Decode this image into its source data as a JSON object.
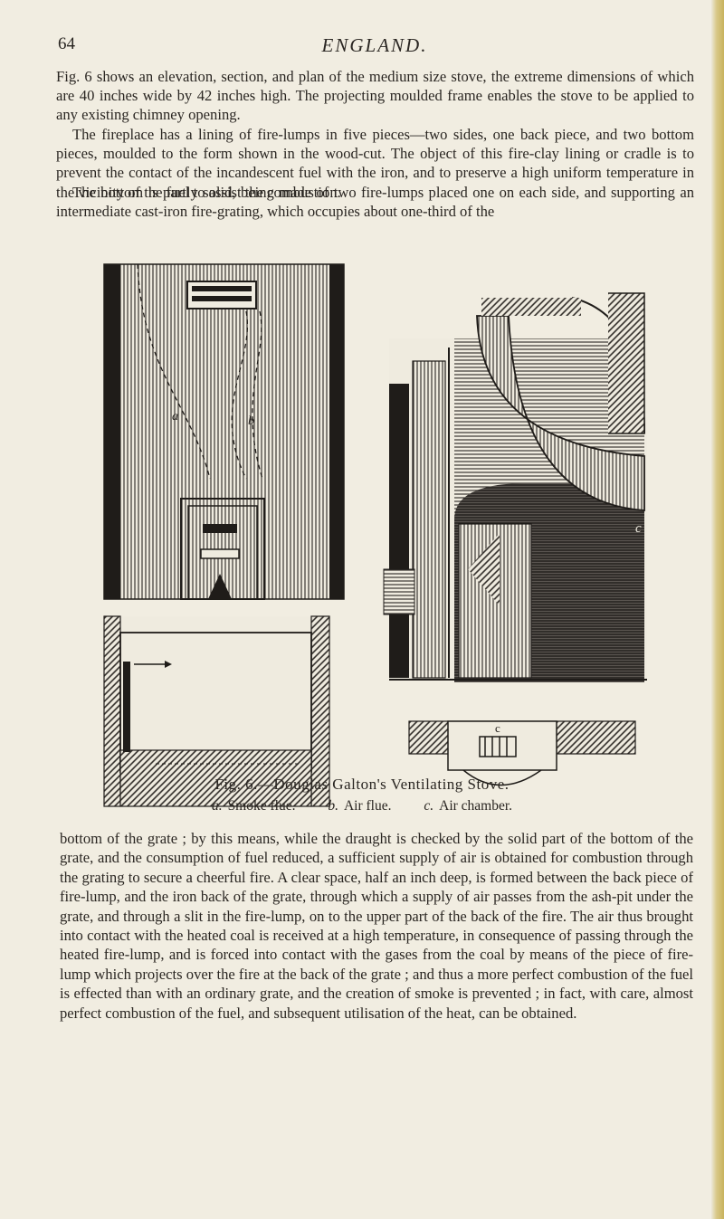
{
  "header": {
    "page_number": "64",
    "running_head": "ENGLAND."
  },
  "paragraphs": [
    "Fig. 6 shows an elevation, section, and plan of the medium size stove, the extreme dimensions of which are 40 inches wide by 42 inches high. The projecting moulded frame enables the stove to be applied to any existing chimney opening.",
    "The fireplace has a lining of fire-lumps in five pieces—two sides, one back piece, and two bottom pieces, moulded to the form shown in the wood-cut. The object of this fire-clay lining or cradle is to prevent the contact of the incandescent fuel with the iron, and to preserve a high uniform temperature in the vicinity of the fuel to assist the combustion.",
    "The bottom is partly solid, being made of two fire-lumps placed one on each side, and supporting an intermediate cast-iron fire-grating, which occupies about one-third of the",
    "bottom of the grate ; by this means, while the draught is checked by the solid part of the bottom of the grate, and the consumption of fuel reduced, a sufficient supply of air is obtained for combustion through the grating to secure a cheerful fire. A clear space, half an inch deep, is formed between the back piece of fire-lump, and the iron back of the grate, through which a supply of air passes from the ash-pit under the grate, and through a slit in the fire-lump, on to the upper part of the back of the fire. The air thus brought into contact with the heated coal is received at a high temperature, in consequence of passing through the heated fire-lump, and is forced into contact with the gases from the coal by means of the piece of fire-lump which projects over the fire at the back of the grate ; and thus a more perfect combustion of the fuel is effected than with an ordinary grate, and the creation of smoke is prevented ; in fact, with care, almost perfect combustion of the fuel, and subsequent utilisation of the heat, can be obtained."
  ],
  "figure": {
    "caption": "Fig. 6.—Douglas Galton's Ventilating Stove.",
    "legend": [
      {
        "key": "a.",
        "text": "Smoke flue."
      },
      {
        "key": "b.",
        "text": "Air flue."
      },
      {
        "key": "c.",
        "text": "Air chamber."
      }
    ],
    "labels": {
      "a": "a",
      "b": "b",
      "c_section": "c",
      "c_plan": "c"
    }
  }
}
